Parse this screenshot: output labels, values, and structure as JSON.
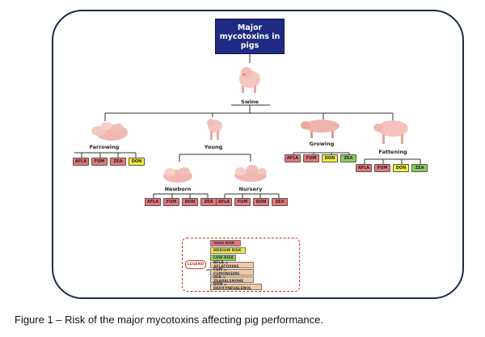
{
  "title": "Major mycotoxins in pigs",
  "root": "Swine",
  "colors": {
    "high": "#e8747a",
    "medium": "#f1ee3c",
    "low": "#8fcb5a",
    "definition": "#f5c8a0",
    "title_bg": "#1f2b82",
    "frame": "#1b2a4a"
  },
  "categories": {
    "farrowing": {
      "label": "Farrowing",
      "tags": [
        {
          "text": "AFLA",
          "risk": "high"
        },
        {
          "text": "FUM",
          "risk": "high"
        },
        {
          "text": "ZEA",
          "risk": "high"
        },
        {
          "text": "DON",
          "risk": "medium"
        }
      ]
    },
    "young": {
      "label": "Young"
    },
    "newborn": {
      "label": "Newborn",
      "tags": [
        {
          "text": "AFLA",
          "risk": "high"
        },
        {
          "text": "FUM",
          "risk": "high"
        },
        {
          "text": "DON",
          "risk": "high"
        },
        {
          "text": "ZEA",
          "risk": "high"
        }
      ]
    },
    "nursery": {
      "label": "Nursery",
      "tags": [
        {
          "text": "AFLA",
          "risk": "high"
        },
        {
          "text": "FUM",
          "risk": "high"
        },
        {
          "text": "DON",
          "risk": "high"
        },
        {
          "text": "ZEA",
          "risk": "high"
        }
      ]
    },
    "growing": {
      "label": "Growing",
      "tags": [
        {
          "text": "AFLA",
          "risk": "high"
        },
        {
          "text": "FUM",
          "risk": "high"
        },
        {
          "text": "DON",
          "risk": "medium"
        },
        {
          "text": "ZEA",
          "risk": "low"
        }
      ]
    },
    "fattening": {
      "label": "Fattening",
      "tags": [
        {
          "text": "AFLA",
          "risk": "high"
        },
        {
          "text": "FUM",
          "risk": "high"
        },
        {
          "text": "DON",
          "risk": "medium"
        },
        {
          "text": "ZEA",
          "risk": "low"
        }
      ]
    }
  },
  "legend": {
    "label": "LEGEND",
    "items": [
      {
        "text": "HIGH RISK",
        "kind": "high"
      },
      {
        "text": "MEDIUM RISK",
        "kind": "medium"
      },
      {
        "text": "LOW RISK",
        "kind": "low"
      },
      {
        "text": "AFLA = AFLATOXINS",
        "kind": "definition"
      },
      {
        "text": "FUM = FUMONISINS",
        "kind": "definition"
      },
      {
        "text": "ZEA = ZEARALENONE",
        "kind": "definition"
      },
      {
        "text": "DON = DEOXYNEVALENOL",
        "kind": "definition"
      }
    ]
  },
  "caption": "Figure 1 – Risk of the major mycotoxins affecting pig performance."
}
